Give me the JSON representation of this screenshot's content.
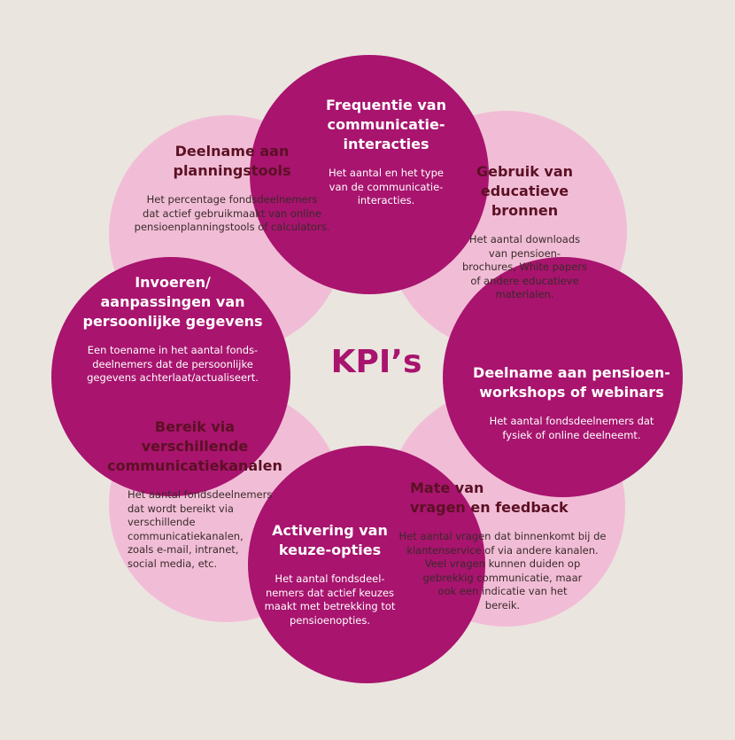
{
  "center_title": "KPI’s",
  "colors": {
    "dark": "#a8146e",
    "light": "#f1bdd6",
    "background": "#ebe5df",
    "title_on_light": "#5c1024"
  },
  "items": [
    {
      "title": "Frequentie van\ncommunicatie-\ninteracties",
      "description": "Het aantal en het type\nvan de communicatie-\ninteracties."
    },
    {
      "title": "Gebruik van\neducatieve\nbronnen",
      "description": "Het aantal downloads\nvan pensioen-\nbrochures, White papers\nof andere educatieve\nmaterialen."
    },
    {
      "title": "Deelname aan pensioen-\nworkshops of webinars",
      "description": "Het aantal fondsdeelnemers dat\nfysiek of online deelneemt."
    },
    {
      "title": "Mate van\nvragen en feedback",
      "description": "Het aantal vragen dat binnenkomt bij de\nklantenservice of via andere kanalen.\nVeel vragen kunnen duiden op\ngebrekkig communicatie, maar\nook een indicatie van het\nbereik."
    },
    {
      "title": "Activering van\nkeuze-opties",
      "description": "Het aantal fondsdeel-\nnemers dat actief keuzes\nmaakt met betrekking tot\npensioenopties."
    },
    {
      "title": "Bereik via\nverschillende\ncommunicatiekanalen",
      "description": "Het aantal fondsdeelnemers\ndat wordt bereikt via\nverschillende\ncommunicatiekanalen,\nzoals e-mail, intranet,\nsocial media, etc."
    },
    {
      "title": "Invoeren/\naanpassingen van\npersoonlijke gegevens",
      "description": "Een toename in het aantal fonds-\ndeelnemers dat de persoonlijke\ngegevens achterlaat/actualiseert."
    },
    {
      "title": "Deelname aan\nplanningstools",
      "description": "Het percentage fondsdeelnemers\ndat actief gebruikmaakt van online\npensioenplanningstools of calculators."
    }
  ]
}
